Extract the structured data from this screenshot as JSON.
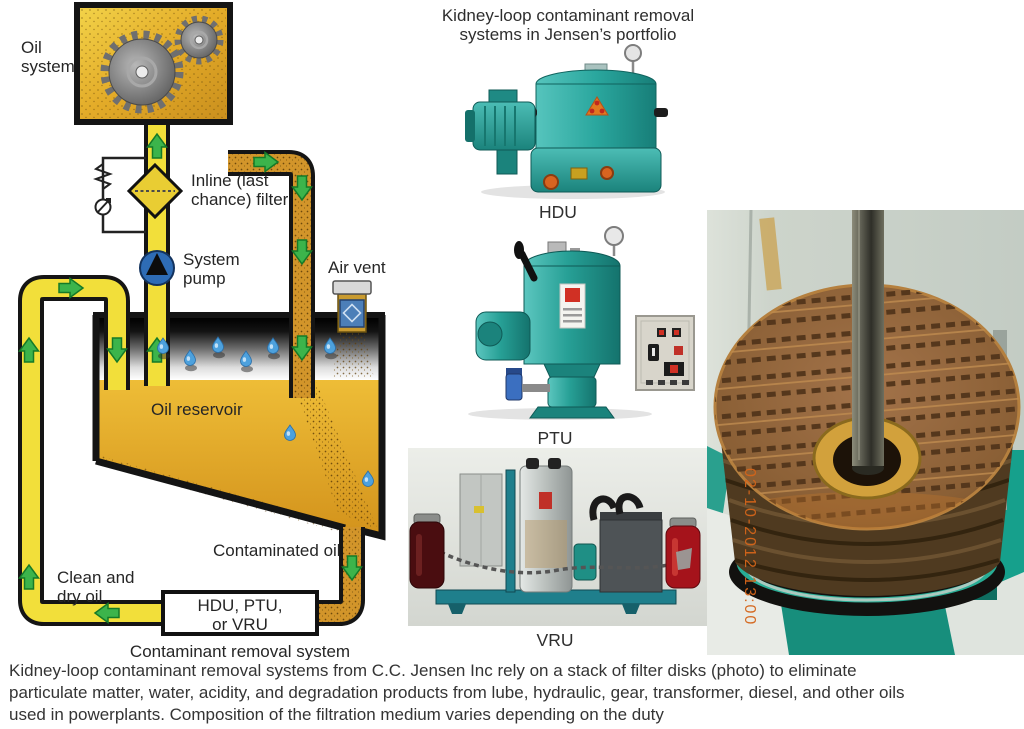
{
  "schematic": {
    "oil_system": [
      "Oil",
      "system"
    ],
    "inline_filter": [
      "Inline (last",
      "chance) filter"
    ],
    "system_pump": [
      "System",
      "pump"
    ],
    "air_vent": "Air vent",
    "oil_reservoir": "Oil reservoir",
    "contaminated_oil": "Contaminated oil",
    "clean_dry_oil": [
      "Clean and",
      "dry oil"
    ],
    "removal_unit_box": [
      "HDU, PTU,",
      "or VRU"
    ],
    "caption": "Contaminant removal system"
  },
  "portfolio": {
    "title": [
      "Kidney-loop contaminant removal",
      "systems in Jensen’s portfolio"
    ],
    "units": [
      {
        "label": "HDU"
      },
      {
        "label": "PTU"
      },
      {
        "label": "VRU"
      }
    ]
  },
  "filter_photo": {
    "timestamp": "02-10-2012 13:00"
  },
  "figure_caption_lines": [
    "Kidney-loop contaminant removal systems from C.C. Jensen Inc rely on a stack of filter disks (photo) to eliminate",
    "particulate matter, water, acidity, and degradation products from lube, hydraulic, gear, transformer, diesel, and other oils",
    "used in powerplants. Composition of the filtration medium varies depending on the duty"
  ],
  "colors": {
    "clean_oil_yellow": "#f2df3a",
    "contaminated_oil_amber": "#d2952a",
    "oil_gold": "#e2ac2b",
    "arrow_green": "#3cb44b",
    "pump_blue": "#2e6cb5",
    "machine_teal": "#2aa79e",
    "frame_teal": "#1f7f8c",
    "timestamp_orange": "#d4651a"
  }
}
